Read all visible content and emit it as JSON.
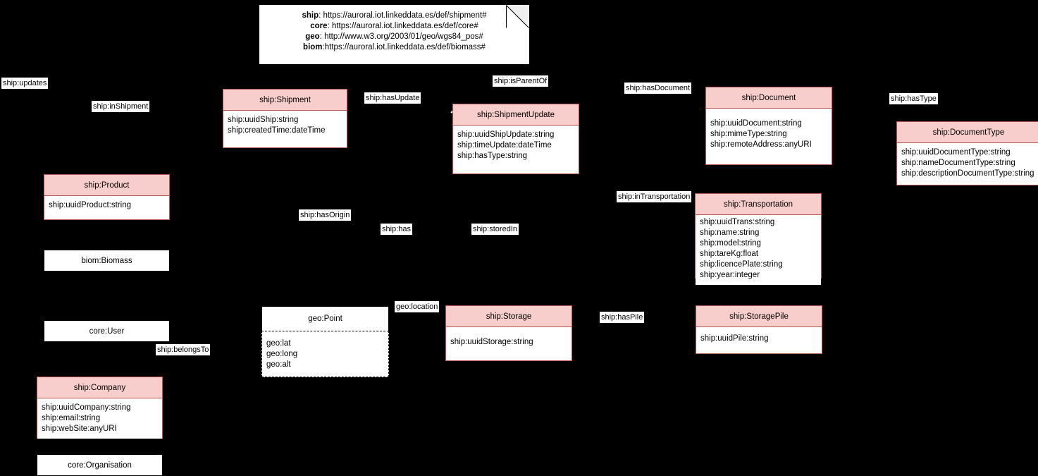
{
  "diagram": {
    "title": "Shipment ontology class diagram",
    "background_color": "#000000",
    "class_fill": "#f8cecc",
    "class_border": "#b85450",
    "plain_fill": "#ffffff",
    "plain_border": "#000000"
  },
  "note": {
    "name": "namespace-note",
    "lines": [
      {
        "prefix": "ship",
        "sep": ": ",
        "uri": "https://auroral.iot.linkeddata.es/def/shipment#"
      },
      {
        "prefix": "core",
        "sep": ": ",
        "uri": "https://auroral.iot.linkeddata.es/def/core#"
      },
      {
        "prefix": "geo",
        "sep": ": ",
        "uri": "http://www.w3.org/2003/01/geo/wgs84_pos#"
      },
      {
        "prefix": "biom",
        "sep": ":",
        "uri": "https://auroral.iot.linkeddata.es/def/biomass#"
      }
    ]
  },
  "classes": [
    {
      "id": "shipment",
      "name": "ship:Shipment",
      "style": "pink",
      "attributes": [
        "ship:uuidShip:string",
        "ship:createdTime:dateTime"
      ]
    },
    {
      "id": "shipmentupdate",
      "name": "ship:ShipmentUpdate",
      "style": "pink",
      "attributes": [
        "ship:uuidShipUpdate:string",
        "ship:timeUpdate:dateTime",
        "ship:hasType:string"
      ]
    },
    {
      "id": "document",
      "name": "ship:Document",
      "style": "pink",
      "attributes": [
        "ship:uuidDocument:string",
        "ship:mimeType:string",
        "ship:remoteAddress:anyURI"
      ]
    },
    {
      "id": "documenttype",
      "name": "ship:DocumentType",
      "style": "pink",
      "attributes": [
        "ship:uuidDocumentType:string",
        "ship:nameDocumentType:string",
        "ship:descriptionDocumentType:string"
      ]
    },
    {
      "id": "product",
      "name": "ship:Product",
      "style": "pink",
      "attributes": [
        "ship:uuidProduct:string"
      ]
    },
    {
      "id": "transportation",
      "name": "ship:Transportation",
      "style": "pink",
      "attributes": [
        "ship:uuidTrans:string",
        "ship:name:string",
        "ship:model:string",
        "ship:tareKg:float",
        "ship:licencePlate:string",
        "ship:year:integer"
      ]
    },
    {
      "id": "storage",
      "name": "ship:Storage",
      "style": "pink",
      "attributes": [
        "ship:uuidStorage:string"
      ]
    },
    {
      "id": "storagepile",
      "name": "ship:StoragePile",
      "style": "pink",
      "attributes": [
        "ship:uuidPile:string"
      ]
    },
    {
      "id": "company",
      "name": "ship:Company",
      "style": "pink",
      "attributes": [
        "ship:uuidCompany:string",
        "ship:email:string",
        "ship:webSite:anyURI"
      ]
    },
    {
      "id": "biomass",
      "name": "biom:Biomass",
      "style": "plain",
      "attributes": []
    },
    {
      "id": "user",
      "name": "core:User",
      "style": "plain",
      "attributes": []
    },
    {
      "id": "organisation",
      "name": "core:Organisation",
      "style": "plain",
      "attributes": []
    },
    {
      "id": "geopoint",
      "name": "geo:Point",
      "style": "dashed",
      "attributes": [
        "geo:lat",
        "geo:long",
        "geo:alt"
      ]
    }
  ],
  "edge_labels": [
    {
      "id": "updates",
      "text": "ship:updates"
    },
    {
      "id": "inshipment",
      "text": "ship:inShipment"
    },
    {
      "id": "hasupdate",
      "text": "ship:hasUpdate"
    },
    {
      "id": "isparentof",
      "text": "ship:isParentOf"
    },
    {
      "id": "hasdocument",
      "text": "ship:hasDocument"
    },
    {
      "id": "hastype",
      "text": "ship:hasType"
    },
    {
      "id": "intransportation",
      "text": "ship:inTransportation"
    },
    {
      "id": "hasorigin",
      "text": "ship:hasOrigin"
    },
    {
      "id": "has",
      "text": "ship:has"
    },
    {
      "id": "storedin",
      "text": "ship:storedIn"
    },
    {
      "id": "geolocation",
      "text": "geo:location"
    },
    {
      "id": "haspile",
      "text": "ship:hasPile"
    },
    {
      "id": "belongsto",
      "text": "ship:belongsTo"
    }
  ]
}
